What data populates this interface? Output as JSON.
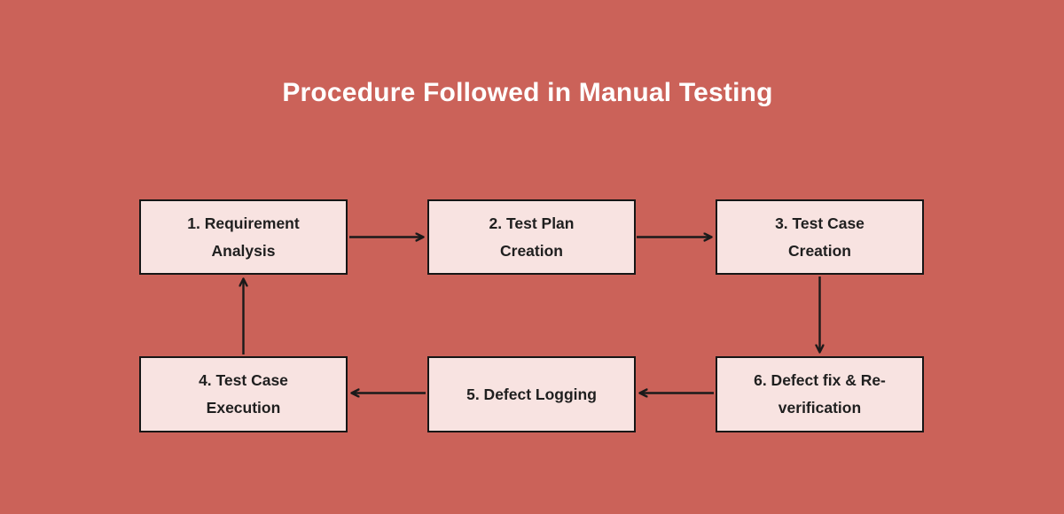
{
  "page": {
    "title": "Procedure Followed in Manual Testing",
    "title_color": "#ffffff",
    "background_color": "#cb6259"
  },
  "diagram": {
    "box_fill_color": "#f8e3e1",
    "box_border_color": "#161616",
    "arrow_color": "#1a1a1a",
    "text_color": "#1f1f1f",
    "nodes": [
      {
        "id": "1",
        "label": "1. Requirement\nAnalysis"
      },
      {
        "id": "2",
        "label": "2. Test Plan\nCreation"
      },
      {
        "id": "3",
        "label": "3. Test Case\nCreation"
      },
      {
        "id": "4",
        "label": "4. Test Case\nExecution"
      },
      {
        "id": "5",
        "label": "5. Defect Logging"
      },
      {
        "id": "6",
        "label": "6. Defect fix & Re-\nverification"
      }
    ],
    "edges": [
      {
        "from": "1",
        "to": "2"
      },
      {
        "from": "2",
        "to": "3"
      },
      {
        "from": "3",
        "to": "6"
      },
      {
        "from": "6",
        "to": "5"
      },
      {
        "from": "5",
        "to": "4"
      },
      {
        "from": "4",
        "to": "1"
      }
    ]
  }
}
